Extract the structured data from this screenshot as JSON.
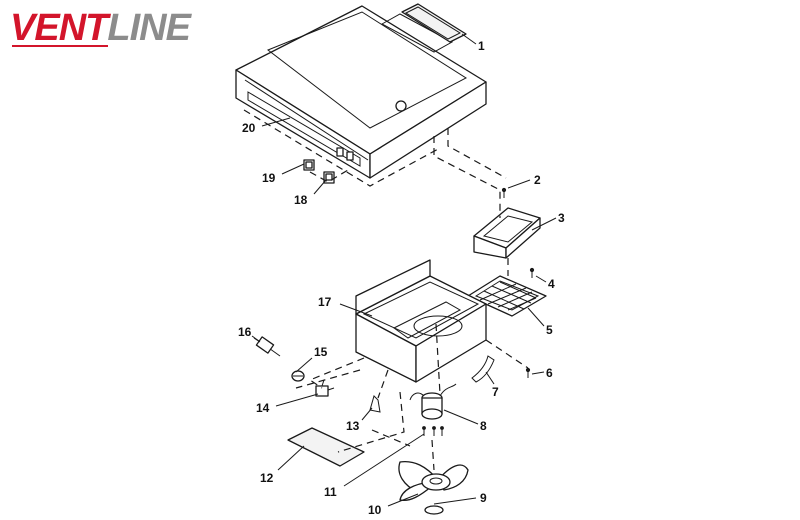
{
  "brand": {
    "part1": "VENT",
    "part2": "LINE",
    "color1": "#d3152b",
    "color2": "#8c8c8c"
  },
  "callouts": [
    {
      "id": "callout-1",
      "text": "1"
    },
    {
      "id": "callout-2",
      "text": "2"
    },
    {
      "id": "callout-3",
      "text": "3"
    },
    {
      "id": "callout-4",
      "text": "4"
    },
    {
      "id": "callout-5",
      "text": "5"
    },
    {
      "id": "callout-6",
      "text": "6"
    },
    {
      "id": "callout-7",
      "text": "7"
    },
    {
      "id": "callout-8",
      "text": "8"
    },
    {
      "id": "callout-9",
      "text": "9"
    },
    {
      "id": "callout-10",
      "text": "10"
    },
    {
      "id": "callout-11",
      "text": "11"
    },
    {
      "id": "callout-12",
      "text": "12"
    },
    {
      "id": "callout-13",
      "text": "13"
    },
    {
      "id": "callout-14",
      "text": "14"
    },
    {
      "id": "callout-15",
      "text": "15"
    },
    {
      "id": "callout-16",
      "text": "16"
    },
    {
      "id": "callout-17",
      "text": "17"
    },
    {
      "id": "callout-18",
      "text": "18"
    },
    {
      "id": "callout-19",
      "text": "19"
    },
    {
      "id": "callout-20",
      "text": "20"
    }
  ]
}
